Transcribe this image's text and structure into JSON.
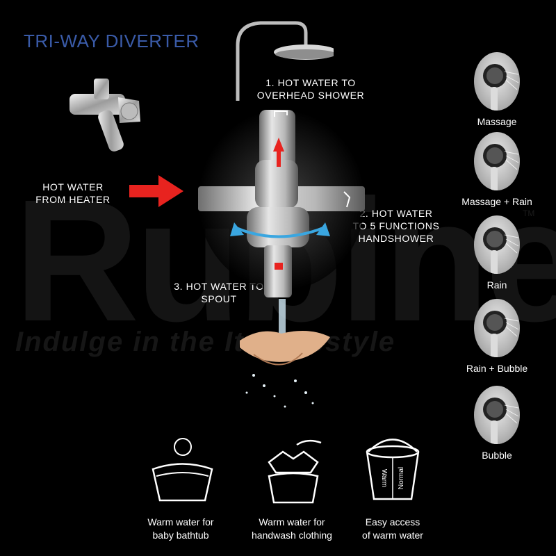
{
  "watermark": {
    "brand": "Rubine",
    "tagline": "Indulge in the Ita Lifestyle",
    "tm": "TM"
  },
  "title": "TRI-WAY DIVERTER",
  "flows": {
    "overhead": [
      "1. HOT WATER TO",
      "OVERHEAD SHOWER"
    ],
    "heater": [
      "HOT WATER",
      "FROM HEATER"
    ],
    "handshower": [
      "2. HOT WATER",
      "TO 5 FUNCTIONS",
      "HANDSHOWER"
    ],
    "spout": [
      "3. HOT WATER TO",
      "SPOUT"
    ]
  },
  "functions": [
    "Massage",
    "Massage + Rain",
    "Rain",
    "Rain + Bubble",
    "Bubble"
  ],
  "uses": [
    {
      "icon": "baby-bathtub-icon",
      "lines": [
        "Warm water for",
        "baby bathtub"
      ]
    },
    {
      "icon": "handwash-clothing-icon",
      "lines": [
        "Warm water for",
        "handwash clothing"
      ]
    },
    {
      "icon": "bucket-icon",
      "lines": [
        "Easy access",
        "of warm water"
      ]
    }
  ],
  "bucket_labels": {
    "warm": "Warm",
    "normal": "Normal"
  },
  "colors": {
    "title": "#3a5ba8",
    "arrow": "#e8231f",
    "rotate_arrow": "#3aa6e0",
    "background": "#000000"
  }
}
